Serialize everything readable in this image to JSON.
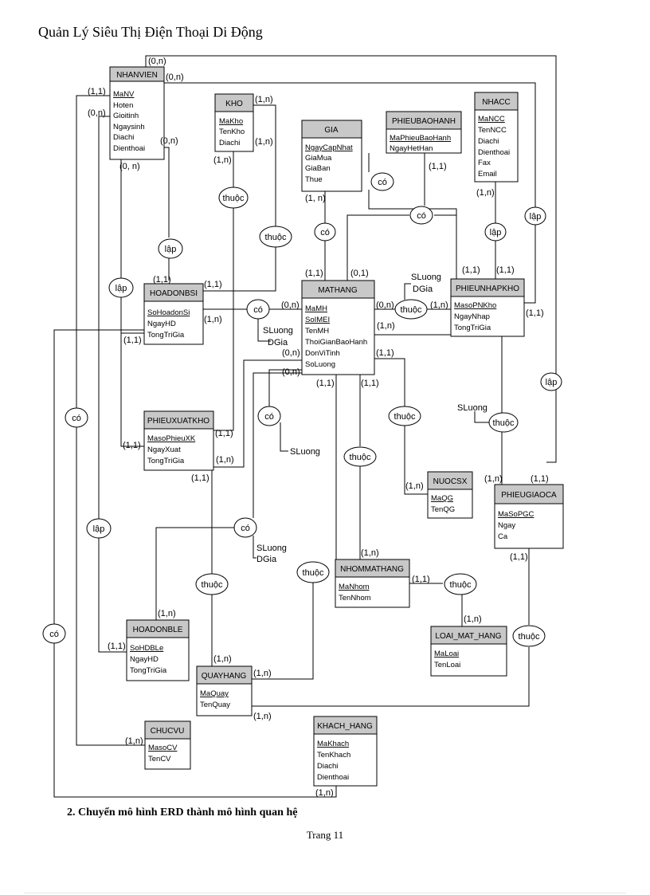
{
  "document": {
    "title": "Quản Lý Siêu Thị Điện Thoại Di Động",
    "section_heading": "2.   Chuyển mô hình ERD thành mô hình quan hệ",
    "page_number": "Trang 11"
  },
  "entities": {
    "nhanvien": {
      "name": "NHANVIEN",
      "key": "MaNV",
      "attributes": [
        "Hoten",
        "Gioitinh",
        "Ngaysinh",
        "Diachi",
        "Dienthoai"
      ]
    },
    "kho": {
      "name": "KHO",
      "key": "MaKho",
      "attributes": [
        "TenKho",
        "Diachi"
      ]
    },
    "gia": {
      "name": "GIA",
      "key": "NgayCapNhat",
      "attributes": [
        "GiaMua",
        "GiaBan",
        "Thue"
      ]
    },
    "phieubaohanh": {
      "name": "PHIEUBAOHANH",
      "key": "MaPhieuBaoHanh",
      "attributes": [
        "NgayHetHan"
      ]
    },
    "nhacc": {
      "name": "NHACC",
      "key": "MaNCC",
      "attributes": [
        "TenNCC",
        "Diachi",
        "Dienthoai",
        "Fax",
        "Email"
      ]
    },
    "hoadonbsi": {
      "name": "HOADONBSI",
      "key": "SoHoadonSi",
      "attributes": [
        "NgayHD",
        "TongTriGia"
      ]
    },
    "mathang": {
      "name": "MATHANG",
      "key": "MaMH",
      "key2": "SoIMEI",
      "attributes": [
        "TenMH",
        "ThoiGianBaoHanh",
        "DonViTinh",
        "SoLuong"
      ]
    },
    "phieunhapkho": {
      "name": "PHIEUNHAPKHO",
      "key": "MasoPNKho",
      "attributes": [
        "NgayNhap",
        "TongTriGia"
      ]
    },
    "phieuxuatkho": {
      "name": "PHIEUXUATKHO",
      "key": "MasoPhieuXK",
      "attributes": [
        "NgayXuat",
        "TongTriGia"
      ]
    },
    "nuocsx": {
      "name": "NUOCSX",
      "key": "MaQG",
      "attributes": [
        "TenQG"
      ]
    },
    "phieugiaoca": {
      "name": "PHIEUGIAOCA",
      "key": "MaSoPGC",
      "attributes": [
        "Ngay",
        "Ca"
      ]
    },
    "nhommathang": {
      "name": "NHOMMATHANG",
      "key": "MaNhom",
      "attributes": [
        "TenNhom"
      ]
    },
    "loaimathang": {
      "name": "LOAI_MAT_HANG",
      "key": "MaLoai",
      "attributes": [
        "TenLoai"
      ]
    },
    "hoadonle": {
      "name": "HOADONBLE",
      "key": "SoHDBLe",
      "attributes": [
        "NgayHD",
        "TongTriGia"
      ]
    },
    "quayhang": {
      "name": "QUAYHANG",
      "key": "MaQuay",
      "attributes": [
        "TenQuay"
      ]
    },
    "chucvu": {
      "name": "CHUCVU",
      "key": "MasoCV",
      "attributes": [
        "TenCV"
      ]
    },
    "khachhang": {
      "name": "KHACH_HANG",
      "key": "MaKhach",
      "attributes": [
        "TenKhach",
        "Diachi",
        "Dienthoai"
      ]
    }
  },
  "relationships": {
    "kho_thuoc_hdbs": "thuộc",
    "kho_thuoc_pxk": "thuộc",
    "gia_co": "có",
    "pbh_co_top": "có",
    "pbh_co_mid": "có",
    "nhacc_lap": "lập",
    "nv_lap_hdbs": "lập",
    "nv_lap_pxk": "lập",
    "nv_lap_pgc": "lập",
    "hdbs_co": "có",
    "pnk_thuoc": "thuộc",
    "nuoc_thuoc": "thuộc",
    "nhom_thuoc": "thuộc",
    "pgc_thuoc_mh": "thuộc",
    "pxk_co": "có",
    "hdbl_co": "có",
    "nv_co_chucvu": "có",
    "nv_lap_hdbl": "lập",
    "quay_thuoc": "thuộc",
    "mh_thuoc_quay": "thuộc",
    "nhom_thuoc_loai": "thuộc",
    "pgc_thuoc_quay": "thuộc",
    "nv_co_khach": "có"
  },
  "attribute_labels": {
    "hdbs_sl": "SLuong",
    "hdbs_dg": "DGia",
    "pnk_sl": "SLuong",
    "pnk_dg": "DGia",
    "pxk_sl": "SLuong",
    "hdbl_sl": "SLuong",
    "hdbl_dg": "DGia",
    "pgc_sl": "SLuong"
  },
  "cardinalities": {
    "nv_top": "(0,n)",
    "nv_r1": "(0,n)",
    "nv_l11": "(1,1)",
    "nv_l0n": "(0,n)",
    "nv_r2": "(0,n)",
    "nv_b0n": "(0, n)",
    "kho_r1": "(1,n)",
    "kho_r2": "(1,n)",
    "kho_b1": "(1,n)",
    "gia_b": "(1, n)",
    "pbh_b": "(1,1)",
    "nhacc_b": "(1,n)",
    "pnk_l1": "(1,1)",
    "pnk_l2": "(1,1)",
    "pnk_r": "(1,1)",
    "hdbs_t": "(1,1)",
    "hdbs_r1": "(1,1)",
    "hdbs_r2": "(1,n)",
    "hdbs_l": "(1,1)",
    "mh_t1": "(1,1)",
    "mh_t2": "(0,1)",
    "mh_l1": "(0,n)",
    "mh_r1": "(0,n)",
    "mh_r2": "(1,n)",
    "mh_r3": "(1,n)",
    "mh_r4": "(1,1)",
    "mh_l2": "(0,n)",
    "mh_l3": "(0,n)",
    "mh_b1": "(1,1)",
    "mh_b2": "(1,1)",
    "pnk_in": "(1,n)",
    "pxk_r1": "(1,1)",
    "pxk_l": "(1,1)",
    "pxk_r2": "(1,n)",
    "pxk_b": "(1,1)",
    "nuoc_l": "(1,n)",
    "pgc_l": "(1,n)",
    "pgc_r": "(1,1)",
    "pgc_b": "(1,1)",
    "nhom_t": "(1,n)",
    "nhom_r": "(1,1)",
    "loai_t": "(1,n)",
    "hdbl_t": "(1,n)",
    "hdbl_l": "(1,1)",
    "quay_t": "(1,n)",
    "quay_r1": "(1,n)",
    "quay_r2": "(1,n)",
    "cv_l": "(1,n)",
    "kh_b": "(1,n)"
  }
}
